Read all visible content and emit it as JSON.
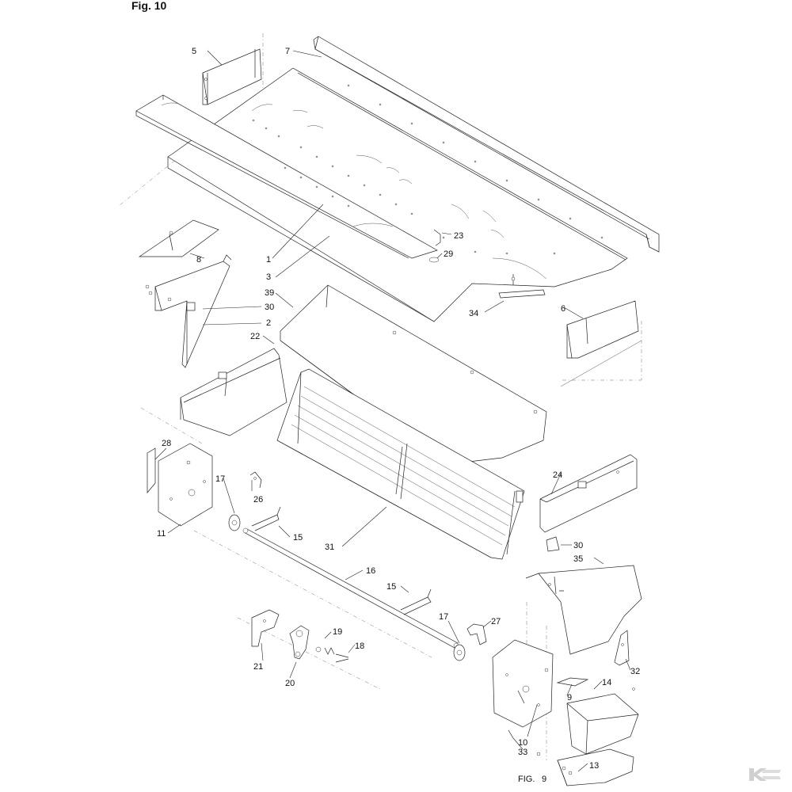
{
  "figure": {
    "title": "Fig. 10",
    "footer_ref": "FIG.",
    "footer_ref_number": "9",
    "logo_letter": "K"
  },
  "callouts": [
    {
      "id": "c5",
      "text": "5"
    },
    {
      "id": "c7",
      "text": "7"
    },
    {
      "id": "c8",
      "text": "8"
    },
    {
      "id": "c1",
      "text": "1"
    },
    {
      "id": "c3",
      "text": "3"
    },
    {
      "id": "c23",
      "text": "23"
    },
    {
      "id": "c29",
      "text": "29"
    },
    {
      "id": "c39",
      "text": "39"
    },
    {
      "id": "c30a",
      "text": "30"
    },
    {
      "id": "c2",
      "text": "2"
    },
    {
      "id": "c34",
      "text": "34"
    },
    {
      "id": "c6",
      "text": "6"
    },
    {
      "id": "c22",
      "text": "22"
    },
    {
      "id": "c28",
      "text": "28"
    },
    {
      "id": "c17a",
      "text": "17"
    },
    {
      "id": "c26",
      "text": "26"
    },
    {
      "id": "c11",
      "text": "11"
    },
    {
      "id": "c15a",
      "text": "15"
    },
    {
      "id": "c31",
      "text": "31"
    },
    {
      "id": "c24",
      "text": "24"
    },
    {
      "id": "c30b",
      "text": "30"
    },
    {
      "id": "c35",
      "text": "35"
    },
    {
      "id": "c16",
      "text": "16"
    },
    {
      "id": "c15b",
      "text": "15"
    },
    {
      "id": "c17b",
      "text": "17"
    },
    {
      "id": "c27",
      "text": "27"
    },
    {
      "id": "c19",
      "text": "19"
    },
    {
      "id": "c18",
      "text": "18"
    },
    {
      "id": "c21",
      "text": "21"
    },
    {
      "id": "c20",
      "text": "20"
    },
    {
      "id": "c32",
      "text": "32"
    },
    {
      "id": "c14",
      "text": "14"
    },
    {
      "id": "c9a",
      "text": "9"
    },
    {
      "id": "c10",
      "text": "10"
    },
    {
      "id": "c33",
      "text": "33"
    },
    {
      "id": "c13",
      "text": "13"
    }
  ]
}
